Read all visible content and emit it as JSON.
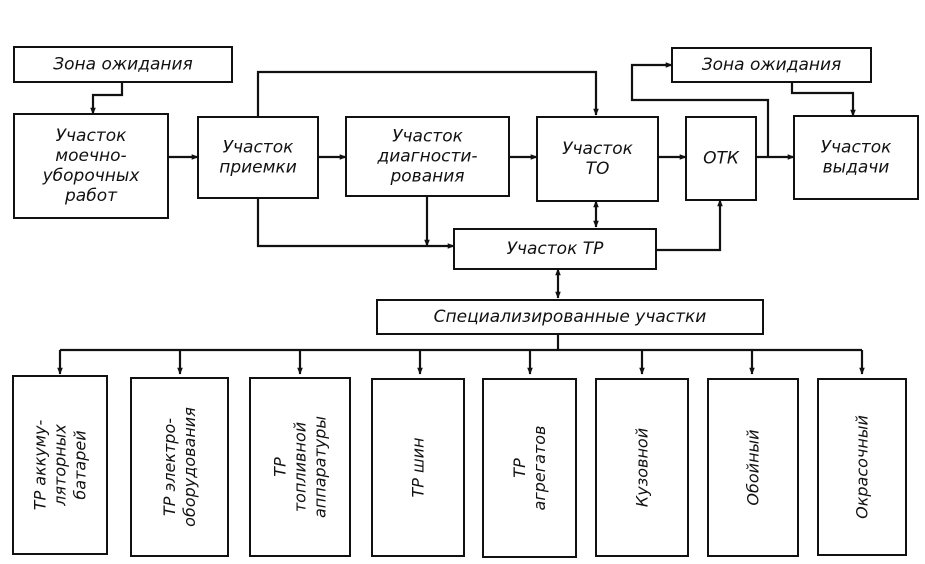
{
  "nodes": {
    "wait_left": {
      "lines": [
        "Зона ожидания"
      ]
    },
    "washing": {
      "lines": [
        "Участок",
        "моечно-",
        "уборочных",
        "работ"
      ]
    },
    "reception": {
      "lines": [
        "Участок",
        "приемки"
      ]
    },
    "diagnostics": {
      "lines": [
        "Участок",
        "диагности-",
        "рования"
      ]
    },
    "to": {
      "lines": [
        "Участок",
        "ТО"
      ]
    },
    "otk": {
      "lines": [
        "ОТК"
      ]
    },
    "wait_right": {
      "lines": [
        "Зона ожидания"
      ]
    },
    "issue": {
      "lines": [
        "Участок",
        "выдачи"
      ]
    },
    "tr": {
      "lines": [
        "Участок ТР"
      ]
    },
    "specialized": {
      "lines": [
        "Специализированные участки"
      ]
    }
  },
  "sections": [
    {
      "lines": [
        "ТР аккуму-",
        "ляторных",
        "батарей"
      ]
    },
    {
      "lines": [
        "ТР электро-",
        "оборудования"
      ]
    },
    {
      "lines": [
        "ТР",
        "топливной",
        "аппаратуры"
      ]
    },
    {
      "lines": [
        "ТР шин"
      ]
    },
    {
      "lines": [
        "ТР",
        "агрегатов"
      ]
    },
    {
      "lines": [
        "Кузовной"
      ]
    },
    {
      "lines": [
        "Обойный"
      ]
    },
    {
      "lines": [
        "Окрасочный"
      ]
    }
  ]
}
